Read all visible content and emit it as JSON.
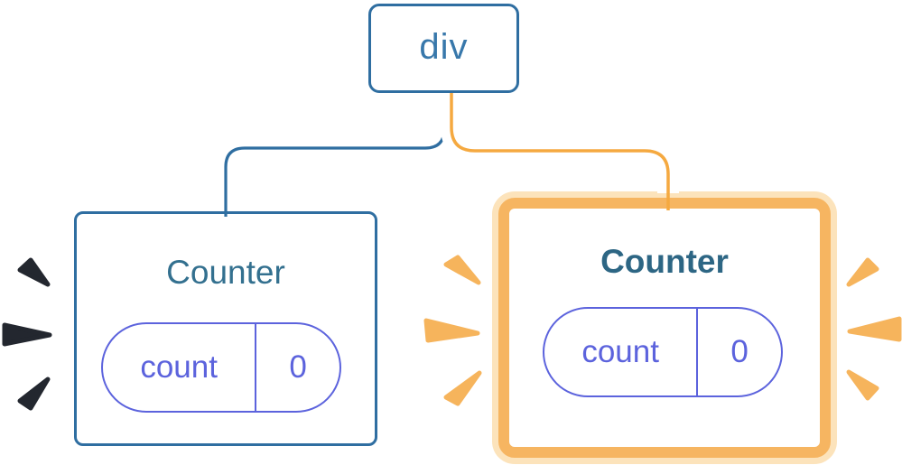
{
  "tree": {
    "root": {
      "label": "div"
    },
    "children": [
      {
        "title": "Counter",
        "pill": {
          "key": "count",
          "value": "0"
        },
        "highlighted": false,
        "spark_color": "dark"
      },
      {
        "title": "Counter",
        "pill": {
          "key": "count",
          "value": "0"
        },
        "highlighted": true,
        "spark_color": "orange"
      }
    ]
  },
  "colors": {
    "node_border_blue": "#2F6EA1",
    "root_label_blue": "#3878AB",
    "counter_title_blue": "#33708F",
    "counter_title_bold_blue": "#2D6684",
    "state_pill_purple": "#5C63DD",
    "highlight_orange": "#F6B561",
    "highlight_halo_orange": "#FCE3BB",
    "connector_orange": "#F5A940",
    "spark_dark": "#23272F",
    "spark_orange": "#F6B45C",
    "background": "#FFFFFF"
  }
}
